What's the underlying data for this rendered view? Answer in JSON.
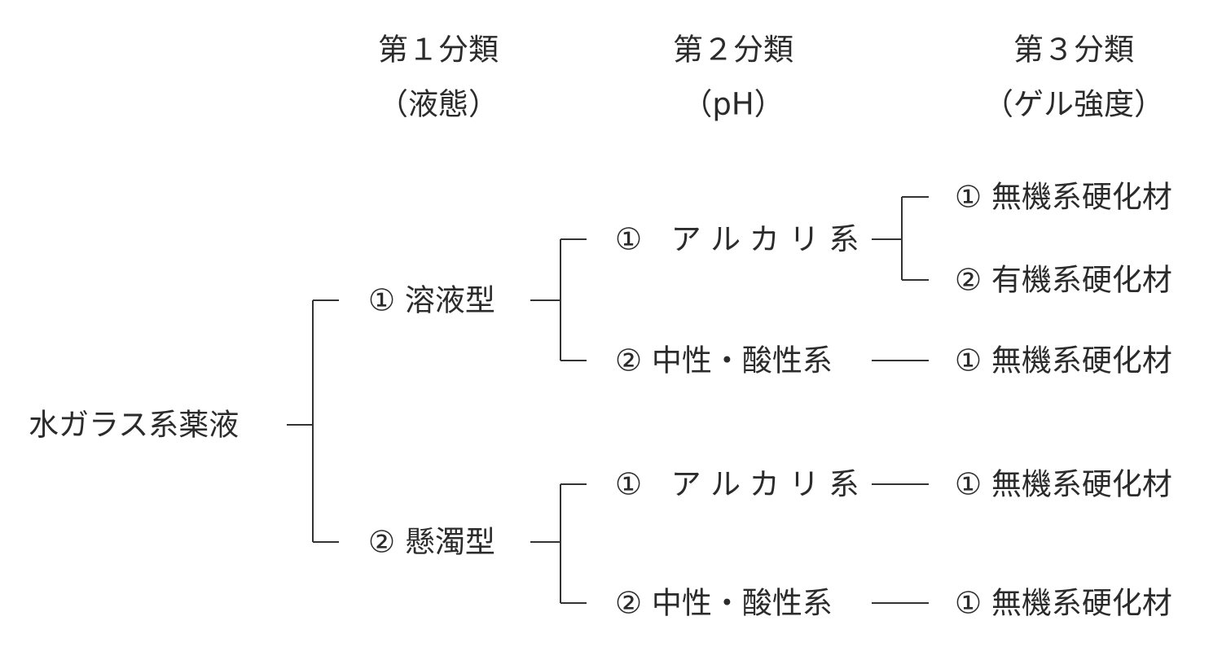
{
  "headers": [
    {
      "line1": "第１分類",
      "line2": "（液態）"
    },
    {
      "line1": "第２分類",
      "line2": "（pH）"
    },
    {
      "line1": "第３分類",
      "line2": "（ゲル強度）"
    }
  ],
  "root": {
    "label": "水ガラス系薬液"
  },
  "level1": [
    {
      "label": "① 溶液型"
    },
    {
      "label": "② 懸濁型"
    }
  ],
  "level2": [
    {
      "label": "① アルカリ系"
    },
    {
      "label": "② 中性・酸性系"
    },
    {
      "label": "① アルカリ系"
    },
    {
      "label": "② 中性・酸性系"
    }
  ],
  "level3": [
    {
      "label": "① 無機系硬化材"
    },
    {
      "label": "② 有機系硬化材"
    },
    {
      "label": "① 無機系硬化材"
    },
    {
      "label": "① 無機系硬化材"
    },
    {
      "label": "① 無機系硬化材"
    }
  ]
}
